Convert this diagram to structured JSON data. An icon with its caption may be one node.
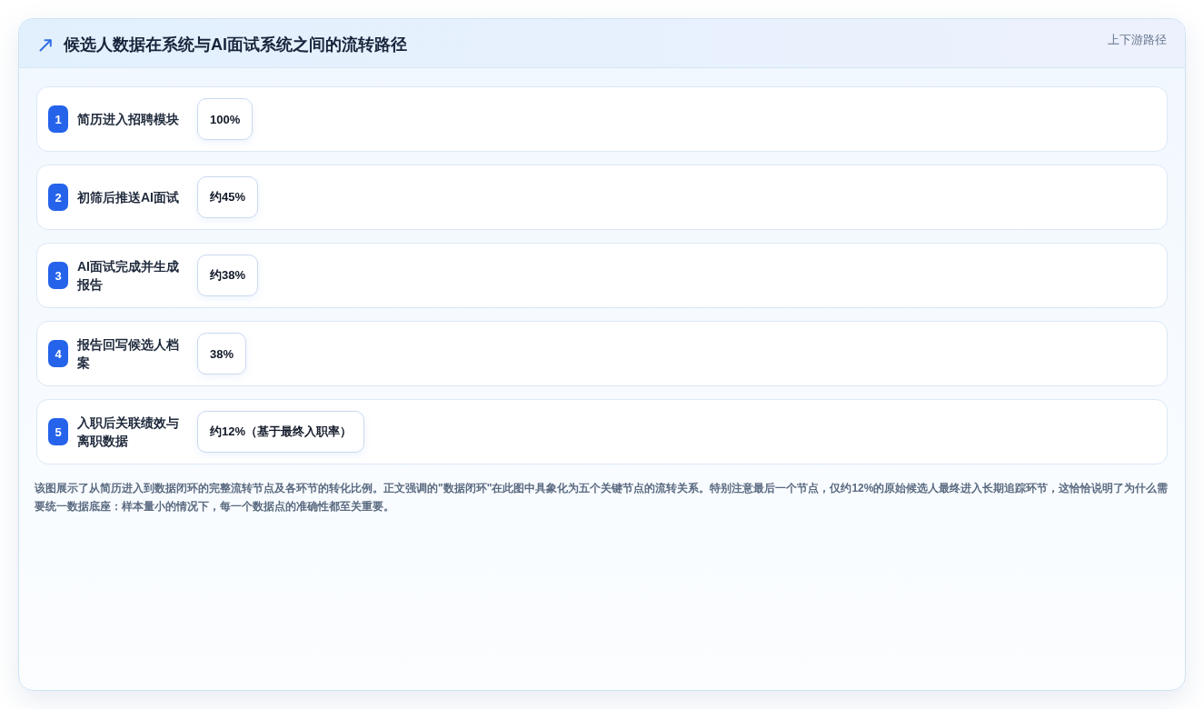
{
  "diagram": {
    "title": "候选人数据在系统与AI面试系统之间的流转路径",
    "caption": "该图展示了从简历进入到数据闭环的完整流转节点及各环节的转化比例。正文强调的\"数据闭环\"在此图中具象化为五个关键节点的流转关系。特别注意最后一个节点，仅约12%的原始候选人最终进入长期追踪环节，这恰恰说明了为什么需要统一数据底座：样本量小的情况下，每一个数据点的准确性都至关重要。",
    "nodes": [
      {
        "text": [
          "简历进入招聘模块"
        ]
      },
      {
        "text": [
          "1"
        ],
        "in": 0
      },
      {
        "text": [
          "100%"
        ],
        "in": 0
      },
      {
        "text": [
          "初筛后推送AI面试"
        ]
      },
      {
        "text": [
          "2"
        ],
        "in": 3
      },
      {
        "text": [
          "约45%"
        ],
        "in": 3
      },
      {
        "text": [
          "AI面试完成并生成报告"
        ]
      },
      {
        "text": [
          "3"
        ],
        "in": 6
      },
      {
        "text": [
          "约38%"
        ],
        "in": 6
      },
      {
        "text": [
          "报告回写候选人档案"
        ]
      },
      {
        "text": [
          "4"
        ],
        "in": 9
      },
      {
        "text": [
          "38%"
        ],
        "in": 9
      },
      {
        "text": [
          "入职后关联绩效与离职数据"
        ]
      },
      {
        "text": [
          "5"
        ],
        "in": 12
      },
      {
        "text": [
          "约12%（基于最终入职率）"
        ],
        "in": 12
      }
    ],
    "labels": [
      "上下游路径"
    ]
  }
}
